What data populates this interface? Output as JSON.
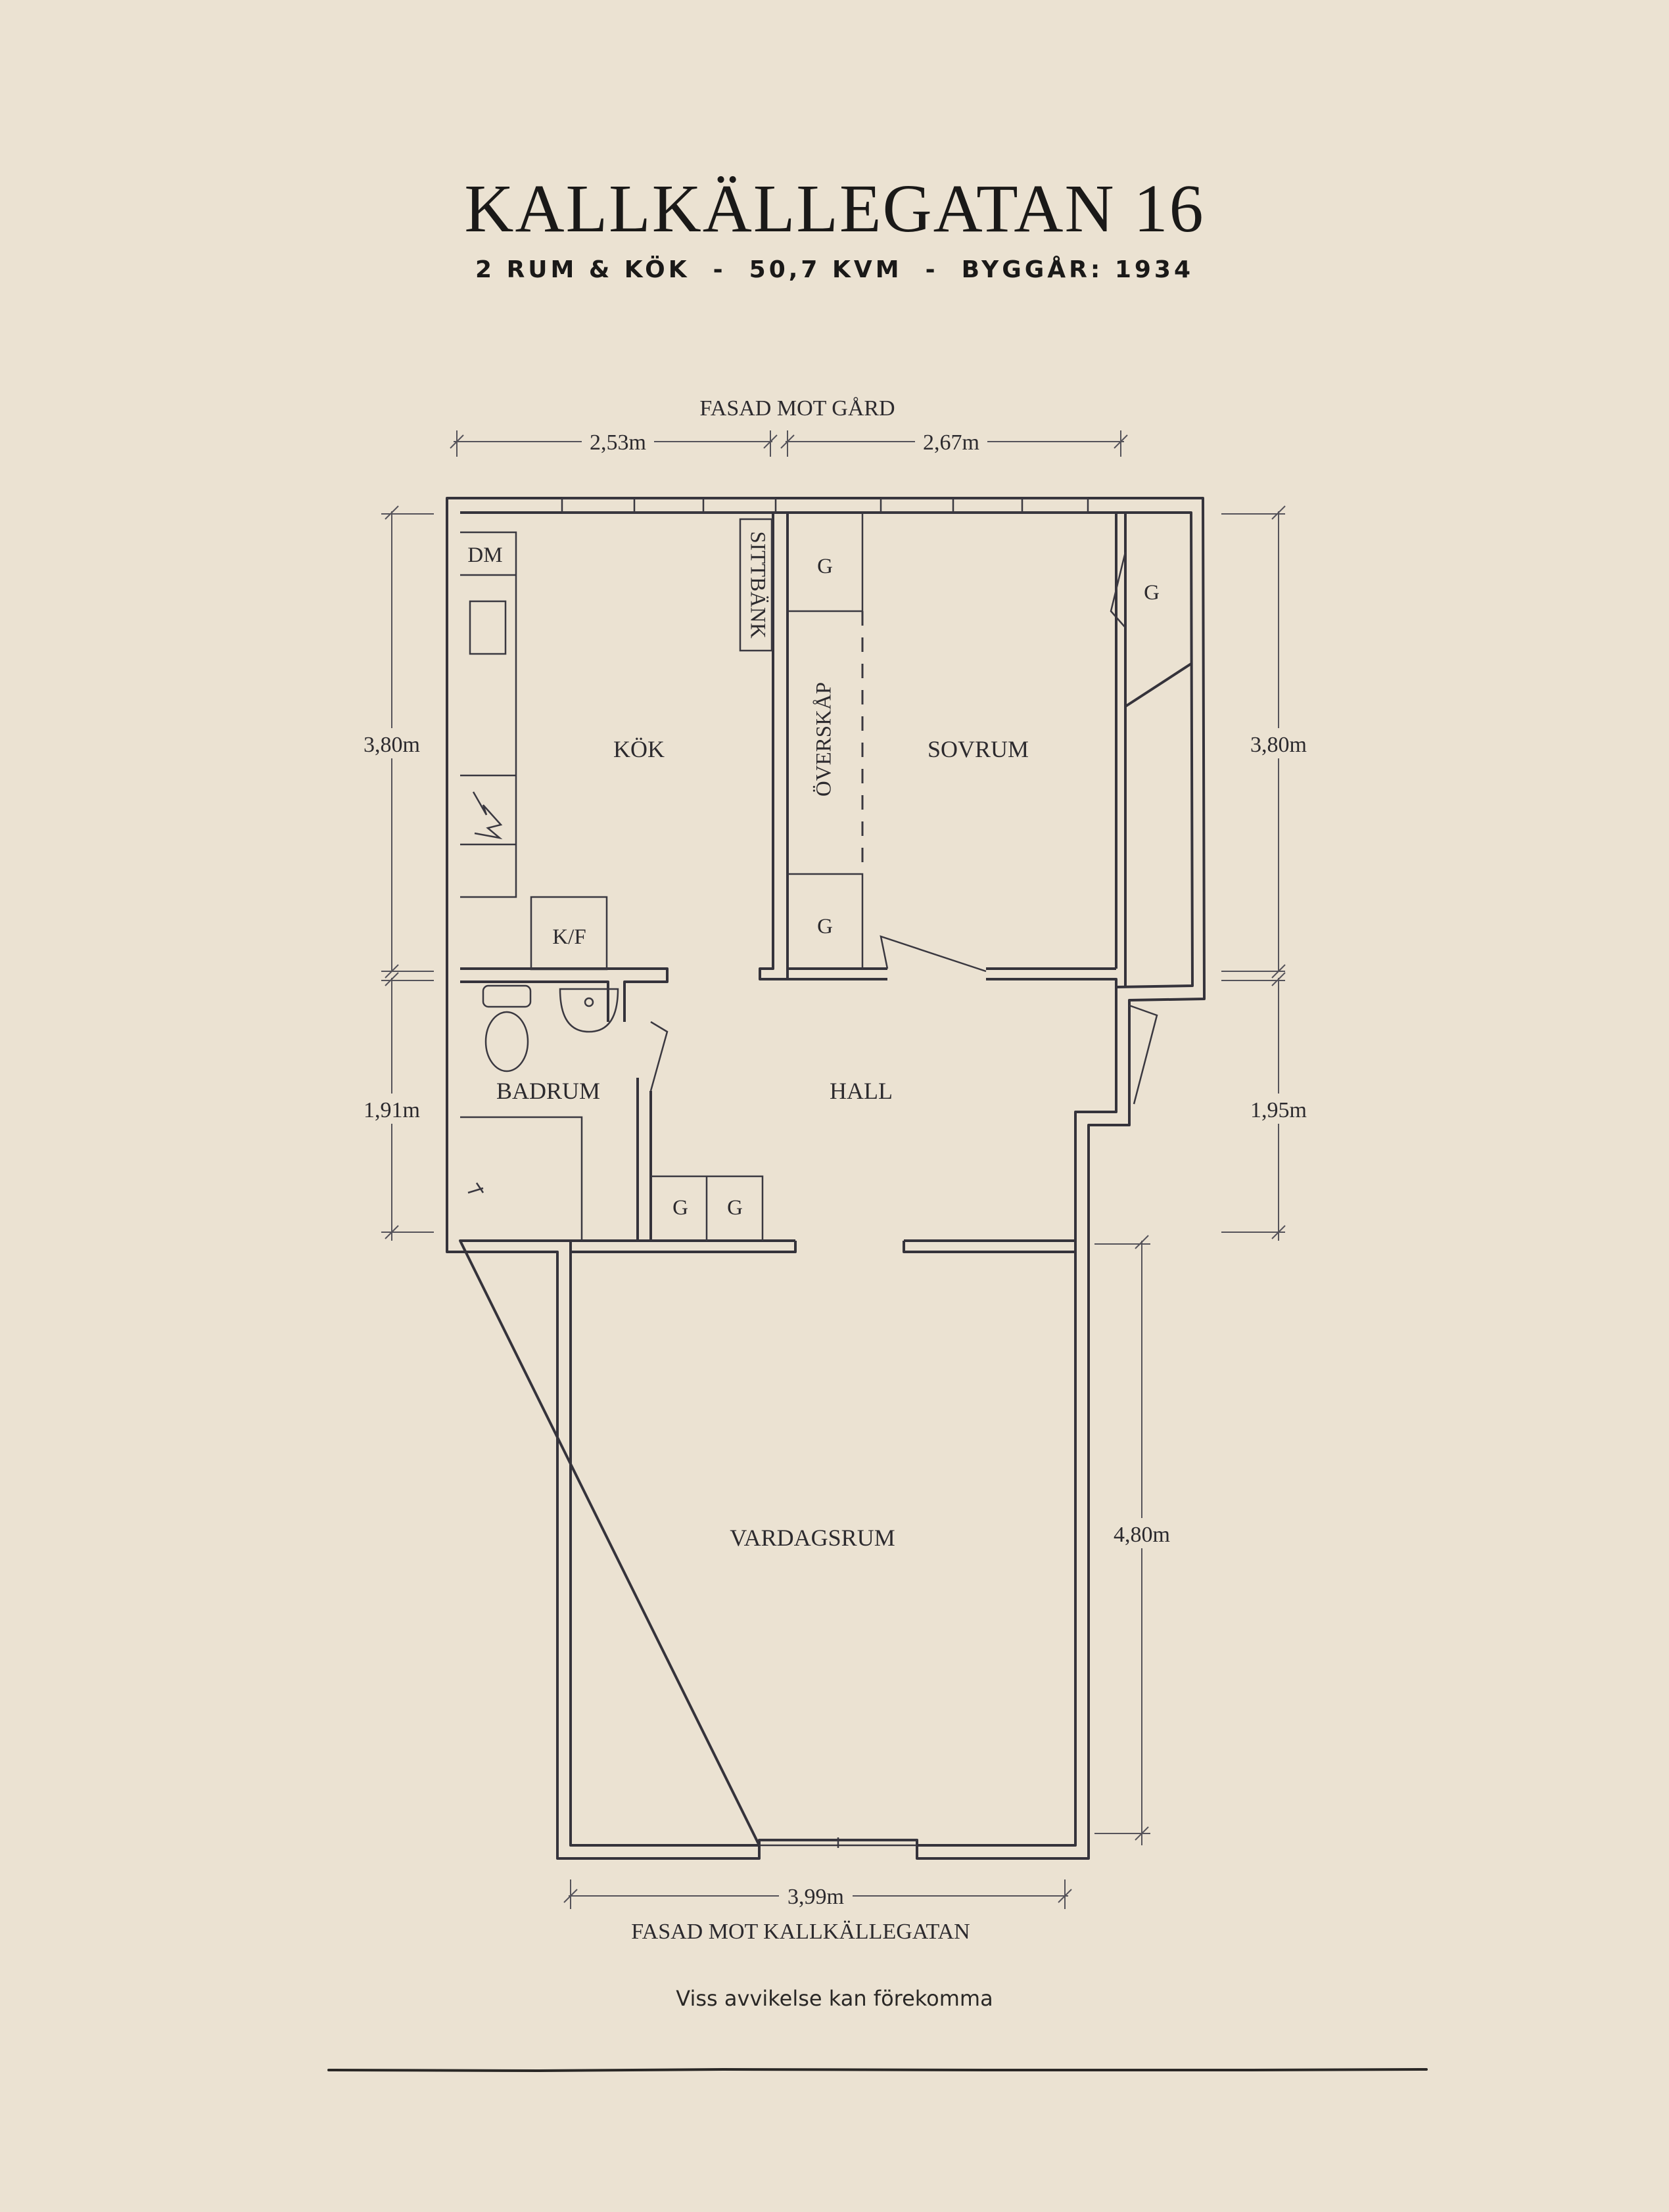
{
  "header": {
    "title": "KALLKÄLLEGATAN 16",
    "subtitle": "2 RUM & KÖK  -  50,7 KVM  -  BYGGÅR: 1934"
  },
  "plan": {
    "facade_top": "FASAD MOT GÅRD",
    "facade_bottom": "FASAD MOT KALLKÄLLEGATAN",
    "rooms": {
      "kitchen": "KÖK",
      "bedroom": "SOVRUM",
      "bathroom": "BADRUM",
      "hall": "HALL",
      "living_room": "VARDAGSRUM"
    },
    "fixtures": {
      "dishwasher": "DM",
      "fridge_freezer": "K/F",
      "bench": "SITTBÄNK",
      "upper_cabinet": "ÖVERSKÅP",
      "wardrobe": "G"
    },
    "dimensions": {
      "top_left": "2,53m",
      "top_right": "2,67m",
      "left_upper": "3,80m",
      "left_lower": "1,91m",
      "right_upper": "3,80m",
      "right_lower": "1,95m",
      "living_height": "4,80m",
      "bottom": "3,99m"
    }
  },
  "footer": {
    "disclaimer": "Viss avvikelse kan förekomma"
  },
  "colors": {
    "background": "#ebe2d2",
    "ink": "#35333b"
  }
}
